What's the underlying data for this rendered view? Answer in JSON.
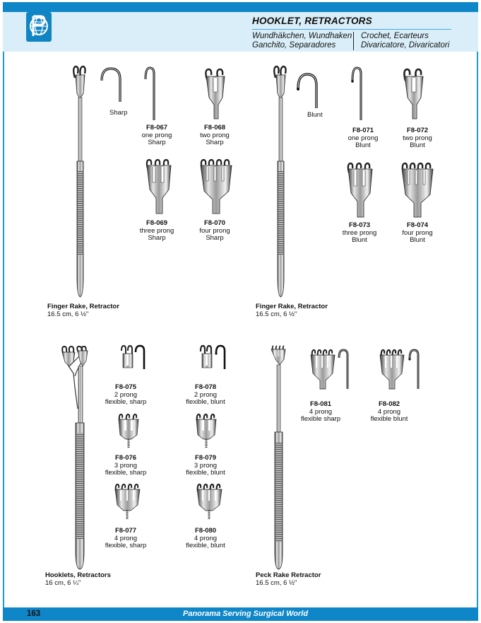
{
  "header": {
    "title": "HOOKLET, RETRACTORS",
    "subtitle_left_1": "Wundhäkchen, Wundhaken",
    "subtitle_left_2": "Ganchito, Separadores",
    "subtitle_right_1": "Crochet, Ecarteurs",
    "subtitle_right_2": "Divaricatore, Divaricatori",
    "logo_icon": "panorama-globe-logo",
    "brand_color": "#0f86c8"
  },
  "sections": {
    "finger_rake_sharp": {
      "name": "Finger Rake, Retractor",
      "size": "16.5 cm, 6 ½\"",
      "tip_note": "Sharp",
      "items": [
        {
          "code": "F8-067",
          "desc": "one prong",
          "tip": "Sharp"
        },
        {
          "code": "F8-068",
          "desc": "two prong",
          "tip": "Sharp"
        },
        {
          "code": "F8-069",
          "desc": "three prong",
          "tip": "Sharp"
        },
        {
          "code": "F8-070",
          "desc": "four prong",
          "tip": "Sharp"
        }
      ]
    },
    "finger_rake_blunt": {
      "name": "Finger Rake, Retractor",
      "size": "16.5 cm, 6 ½\"",
      "tip_note": "Blunt",
      "items": [
        {
          "code": "F8-071",
          "desc": "one prong",
          "tip": "Blunt"
        },
        {
          "code": "F8-072",
          "desc": "two prong",
          "tip": "Blunt"
        },
        {
          "code": "F8-073",
          "desc": "three prong",
          "tip": "Blunt"
        },
        {
          "code": "F8-074",
          "desc": "four prong",
          "tip": "Blunt"
        }
      ]
    },
    "hooklets": {
      "name": "Hooklets, Retractors",
      "size": "16 cm, 6 ¼\"",
      "items": [
        {
          "code": "F8-075",
          "desc": "2 prong",
          "tip": "flexible, sharp"
        },
        {
          "code": "F8-076",
          "desc": "3 prong",
          "tip": "flexible, sharp"
        },
        {
          "code": "F8-077",
          "desc": "4 prong",
          "tip": "flexible, sharp"
        },
        {
          "code": "F8-078",
          "desc": "2 prong",
          "tip": "flexible, blunt"
        },
        {
          "code": "F8-079",
          "desc": "3 prong",
          "tip": "flexible, blunt"
        },
        {
          "code": "F8-080",
          "desc": "4 prong",
          "tip": "flexible, blunt"
        }
      ]
    },
    "peck_rake": {
      "name": "Peck Rake Retractor",
      "size": "16.5 cm, 6 ½\"",
      "items": [
        {
          "code": "F8-081",
          "desc": "4 prong",
          "tip": "flexible sharp"
        },
        {
          "code": "F8-082",
          "desc": "4 prong",
          "tip": "flexible blunt"
        }
      ]
    }
  },
  "footer": {
    "page_number": "163",
    "slogan": "Panorama Serving Surgical World"
  }
}
